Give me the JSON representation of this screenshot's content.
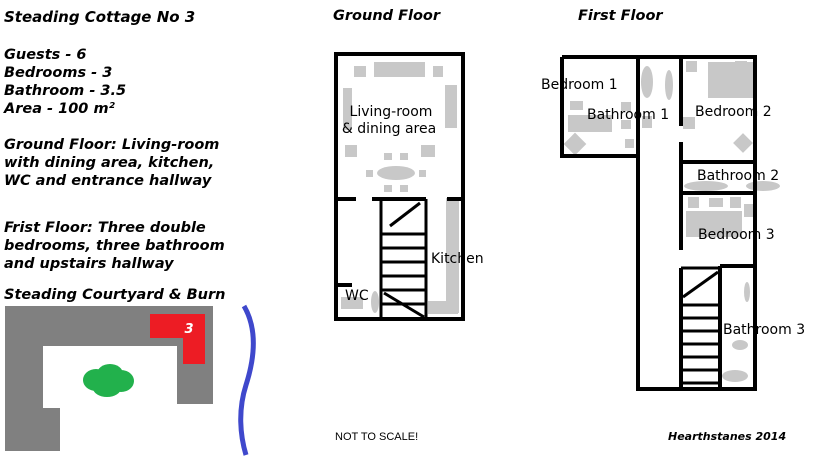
{
  "cottage": {
    "title": "Steading Cottage No 3",
    "stats": [
      {
        "label": "Guests",
        "sep": " - ",
        "value": "6"
      },
      {
        "label": "Bedrooms",
        "sep": " - ",
        "value": "3"
      },
      {
        "label": "Bathroom",
        "sep": " - ",
        "value": "3.5"
      },
      {
        "label": "Area",
        "sep": " - ",
        "value": "100 m²"
      }
    ],
    "ground_floor_desc": "Ground Floor: Living-room with dining area, kitchen, WC and entrance hallway",
    "first_floor_desc": "Frist Floor:  Three double bedrooms, three bathroom and  upstairs hallway",
    "courtyard_title": "Steading Courtyard & Burn",
    "courtyard_unit": "3"
  },
  "plans": {
    "ground_floor": {
      "title": "Ground Floor",
      "rooms": {
        "living_line1": "Living-room",
        "living_line2": "& dining area",
        "kitchen": "Kitchen",
        "wc": "WC"
      }
    },
    "first_floor": {
      "title": "First Floor",
      "rooms": {
        "bedroom1": "Bedroom 1",
        "bathroom1": "Bathroom 1",
        "bedroom2": "Bedroom 2",
        "bathroom2": "Bathroom 2",
        "bedroom3": "Bedroom 3",
        "bathroom3": "Bathroom 3"
      }
    }
  },
  "footer": {
    "scale_note": "NOT TO SCALE!",
    "credit": "Hearthstanes 2014"
  },
  "colors": {
    "wall": "#000000",
    "furniture": "#c8c8c8",
    "courtyard_building": "#808080",
    "cottage_highlight": "#ed1c24",
    "tree": "#22b14c",
    "burn": "#3f48cc"
  }
}
